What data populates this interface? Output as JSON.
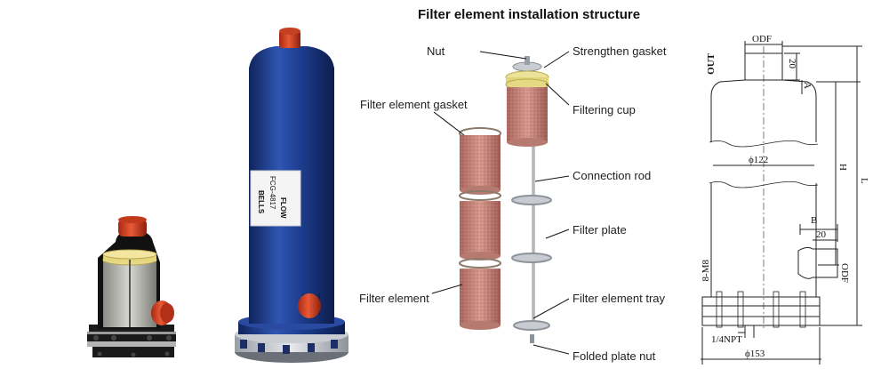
{
  "diagram": {
    "title": "Filter element installation structure",
    "labels": {
      "nut": "Nut",
      "strengthen_gasket": "Strengthen gasket",
      "filtering_cup": "Filtering cup",
      "filter_element_gasket": "Filter element gasket",
      "connection_rod": "Connection rod",
      "filter_plate": "Filter plate",
      "filter_element": "Filter element",
      "filter_element_tray": "Filter element tray",
      "folded_plate_nut": "Folded plate nut"
    }
  },
  "drawing": {
    "out": "OUT",
    "odf_top": "ODF",
    "twenty_top": "20",
    "a": "A",
    "dia_122": "ϕ122",
    "h": "H",
    "l": "L",
    "b": "B",
    "twenty_side": "20",
    "odf_side": "ODF",
    "bolts": "8-M8",
    "npt": "1/4NPT",
    "dia_153": "ϕ153"
  },
  "label_text": {
    "product": "BELLS",
    "model": "FCG-4817",
    "arrow_word": "FLOW"
  },
  "colors": {
    "shell_blue": "#1d3d8f",
    "cap_red": "#d43a1c",
    "filter_pink": "#c98a80",
    "cup_yellow": "#e8dc7a"
  }
}
